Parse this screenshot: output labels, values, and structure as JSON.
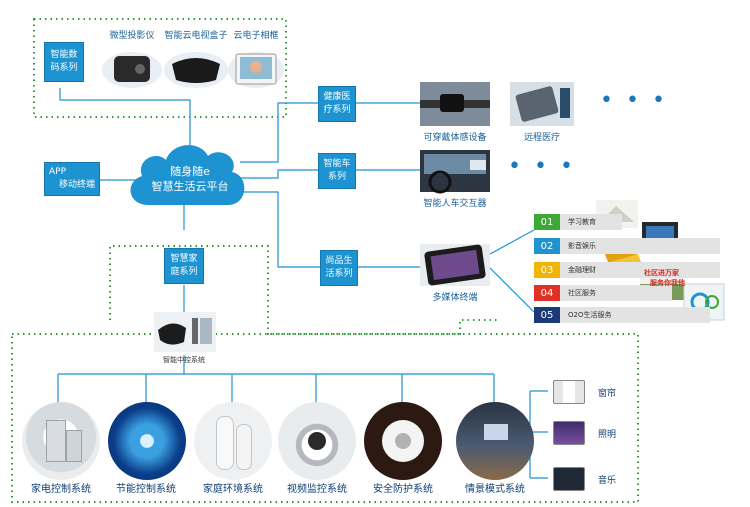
{
  "cloud": {
    "line1": "随身随e",
    "line2": "智慧生活云平台"
  },
  "app_terminal": {
    "line1": "APP",
    "line2": "移动终端"
  },
  "boxes": {
    "digital": "智能数码系列",
    "health": "健康医疗系列",
    "car": "智能车系列",
    "boutique": "尚品生活系列",
    "home": "智慧家庭系列"
  },
  "digital_products": [
    "微型投影仪",
    "智能云电视盒子",
    "云电子相框"
  ],
  "health_products": [
    "可穿戴体感设备",
    "远程医疗"
  ],
  "car_product": "智能人车交互器",
  "boutique_product": "多媒体终端",
  "ellipsis": "• • •",
  "services": [
    {
      "num": "01",
      "name": "学习教育",
      "color": "#3aaa35"
    },
    {
      "num": "02",
      "name": "影音娱乐",
      "color": "#1e93d2"
    },
    {
      "num": "03",
      "name": "金融理财",
      "color": "#f1b400"
    },
    {
      "num": "04",
      "name": "社区服务",
      "color": "#e03127"
    },
    {
      "num": "05",
      "name": "O2O生活服务",
      "color": "#1b3a78"
    }
  ],
  "service_image_text": {
    "line1": "社区进万家",
    "line2": "服务你我他"
  },
  "central_control": "智能中控系统",
  "home_systems": [
    "家电控制系统",
    "节能控制系统",
    "家庭环境系统",
    "视频监控系统",
    "安全防护系统",
    "情景模式系统"
  ],
  "scene_items": [
    "窗帘",
    "照明",
    "音乐"
  ],
  "colors": {
    "box": "#1e93d2",
    "line": "#1e93d2",
    "dots": "#2e9e3a"
  }
}
